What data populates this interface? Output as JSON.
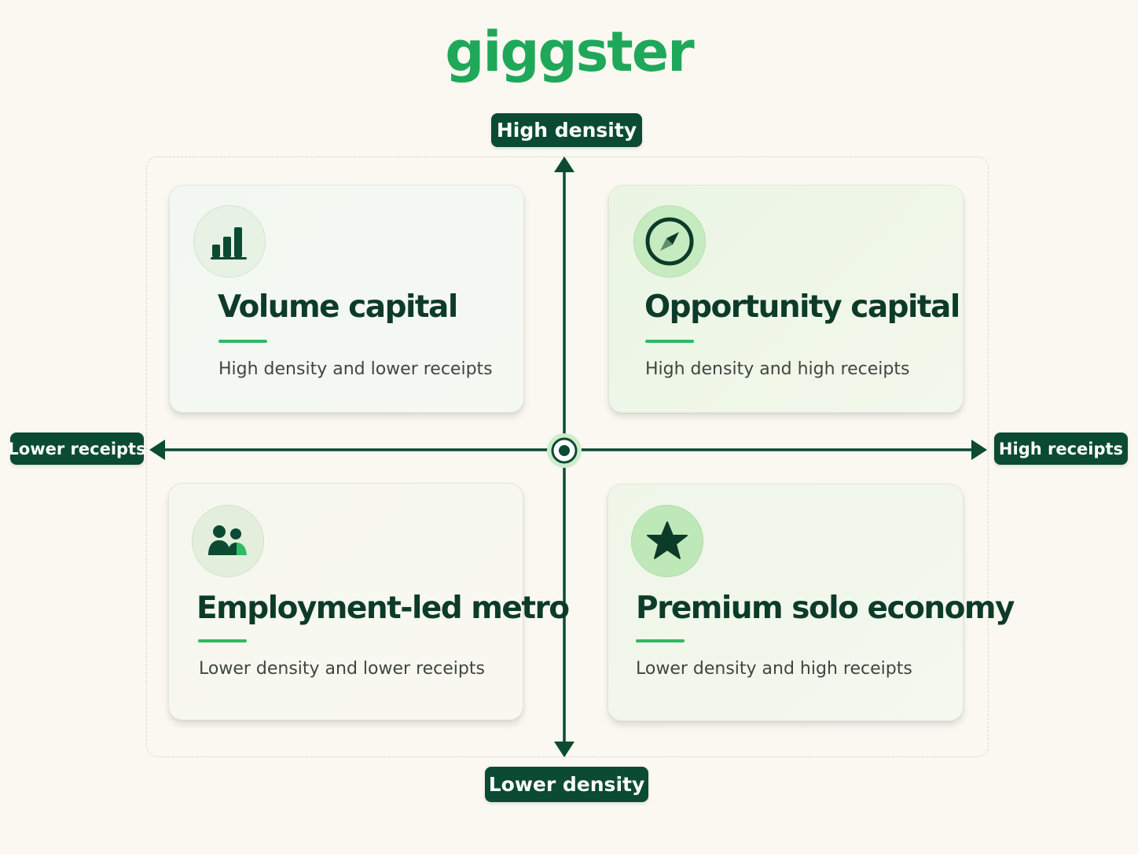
{
  "brand": {
    "name": "giggster",
    "color": "#1fa85a"
  },
  "axes": {
    "top_label": "High density",
    "bottom_label": "Lower density",
    "left_label": "Lower receipts",
    "right_label": "High receipts",
    "line_color": "#0b4a33"
  },
  "quadrants": {
    "top_left": {
      "title": "Volume capital",
      "subtitle": "High density and lower receipts",
      "icon": "bar-chart-icon"
    },
    "top_right": {
      "title": "Opportunity capital",
      "subtitle": "High density and high receipts",
      "icon": "compass-icon"
    },
    "bottom_left": {
      "title": "Employment-led metro",
      "subtitle": "Lower density and lower receipts",
      "icon": "people-icon"
    },
    "bottom_right": {
      "title": "Premium solo economy",
      "subtitle": "Lower density and high receipts",
      "icon": "star-icon"
    }
  }
}
